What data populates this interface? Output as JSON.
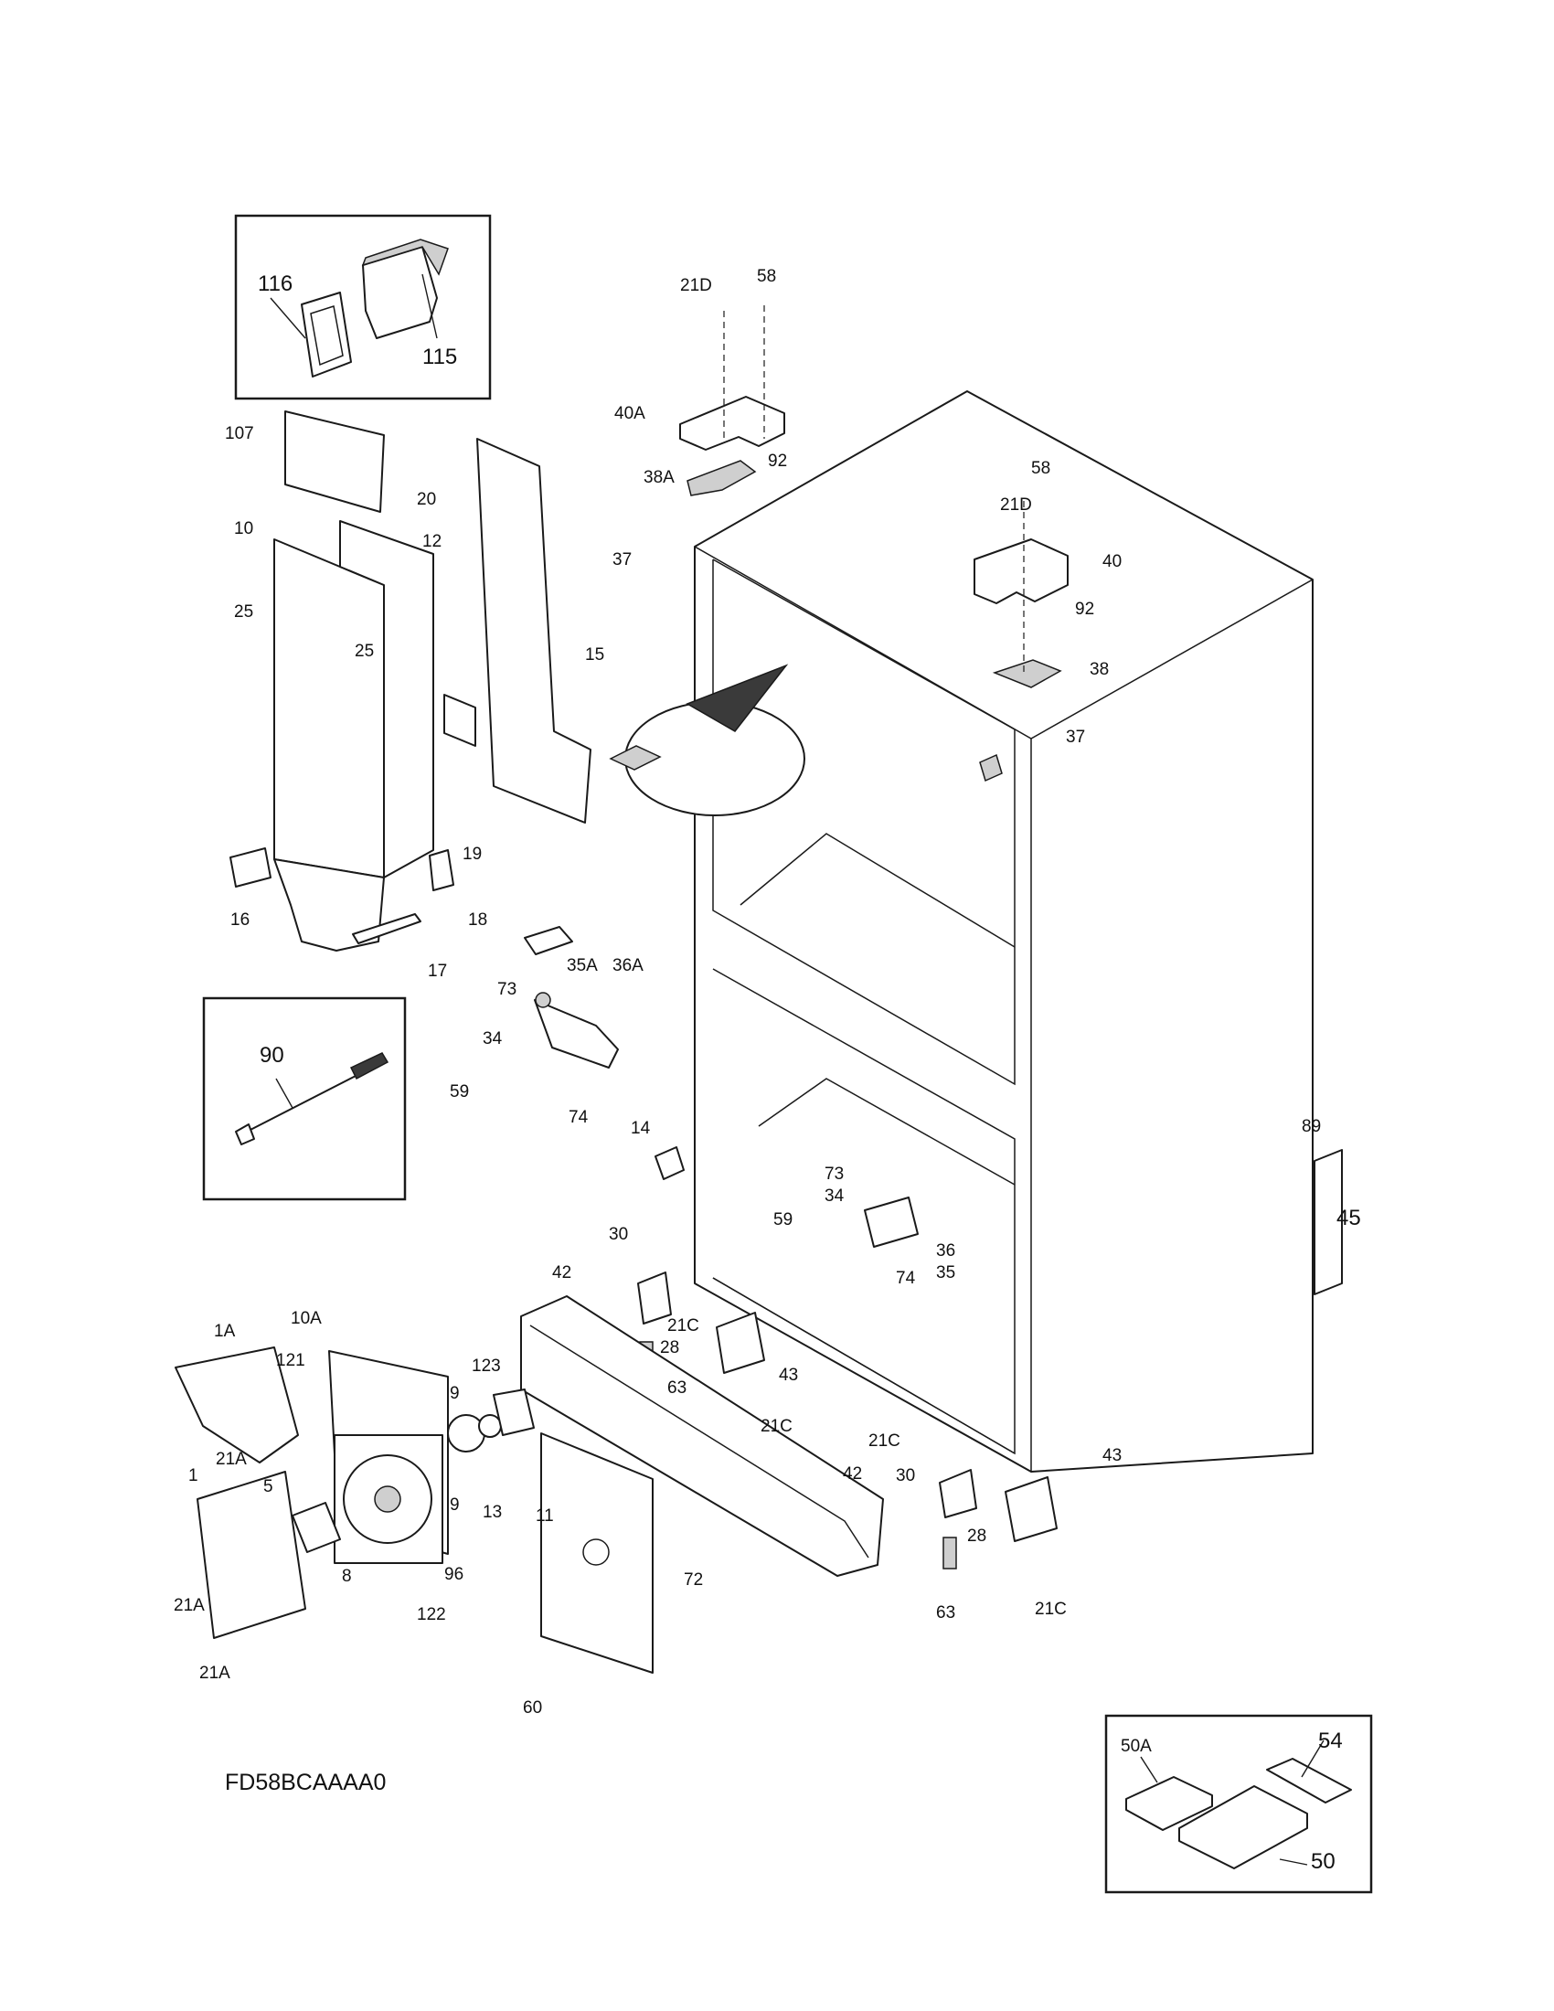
{
  "diagram": {
    "model_number": "FD58BCAAAA0",
    "callouts": {
      "c1": "1",
      "c1A": "1A",
      "c5": "5",
      "c8": "8",
      "c9a": "9",
      "c9b": "9",
      "c10": "10",
      "c10A": "10A",
      "c11": "11",
      "c12": "12",
      "c13": "13",
      "c14": "14",
      "c15": "15",
      "c16": "16",
      "c17": "17",
      "c18": "18",
      "c19": "19",
      "c20": "20",
      "c21A1": "21A",
      "c21A2": "21A",
      "c21A3": "21A",
      "c21C1": "21C",
      "c21C2": "21C",
      "c21C3": "21C",
      "c21C4": "21C",
      "c21D1": "21D",
      "c21D2": "21D",
      "c25a": "25",
      "c25b": "25",
      "c28a": "28",
      "c28b": "28",
      "c30a": "30",
      "c30b": "30",
      "c34a": "34",
      "c34b": "34",
      "c35": "35",
      "c35A": "35A",
      "c36": "36",
      "c36A": "36A",
      "c37a": "37",
      "c37b": "37",
      "c38": "38",
      "c38A": "38A",
      "c40": "40",
      "c40A": "40A",
      "c42a": "42",
      "c42b": "42",
      "c43a": "43",
      "c43b": "43",
      "c45": "45",
      "c50": "50",
      "c50A": "50A",
      "c54": "54",
      "c58a": "58",
      "c58b": "58",
      "c59a": "59",
      "c59b": "59",
      "c60": "60",
      "c63a": "63",
      "c63b": "63",
      "c72": "72",
      "c73a": "73",
      "c73b": "73",
      "c74a": "74",
      "c74b": "74",
      "c89": "89",
      "c90": "90",
      "c92a": "92",
      "c92b": "92",
      "c96": "96",
      "c107": "107",
      "c115": "115",
      "c116": "116",
      "c121": "121",
      "c122": "122",
      "c123": "123"
    }
  }
}
